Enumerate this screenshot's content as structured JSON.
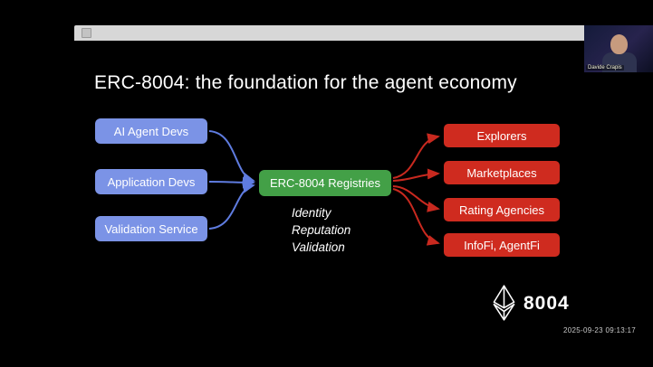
{
  "meeting": {
    "participant_name": "Davide Crapis",
    "timestamp": "2025-09-23 09:13:17"
  },
  "slide": {
    "title": "ERC-8004: the foundation for the agent economy",
    "left_boxes": [
      "AI Agent Devs",
      "Application Devs",
      "Validation Service"
    ],
    "center_box": "ERC-8004 Registries",
    "center_notes": [
      "Identity",
      "Reputation",
      "Validation"
    ],
    "right_boxes": [
      "Explorers",
      "Marketplaces",
      "Rating Agencies",
      "InfoFi, AgentFi"
    ],
    "logo_text": "8004",
    "colors": {
      "left_box": "#7b93e6",
      "center_box": "#43a047",
      "right_box": "#cf2b1f",
      "arrow_blue": "#5f7ce0",
      "arrow_red": "#c8291f"
    }
  }
}
